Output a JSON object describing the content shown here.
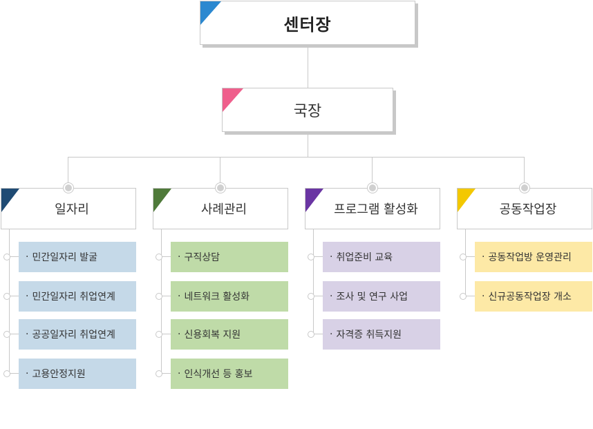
{
  "chief": {
    "title": "센터장",
    "accent": "#2b88d0"
  },
  "director": {
    "title": "국장",
    "accent": "#ef5f8c"
  },
  "bullet": "·",
  "departments": [
    {
      "title": "일자리",
      "accent": "#1f4b74",
      "item_bg": "#c5d9e8",
      "items": [
        "민간일자리 발굴",
        "민간일자리 취업연계",
        "공공일자리 취업연계",
        "고용안정지원"
      ]
    },
    {
      "title": "사례관리",
      "accent": "#4f7a3a",
      "item_bg": "#bfdba8",
      "items": [
        "구직상담",
        "네트워크 활성화",
        "신용회복 지원",
        "인식개선 등 홍보"
      ]
    },
    {
      "title": "프로그램 활성화",
      "accent": "#6a35a3",
      "item_bg": "#d8d1e6",
      "items": [
        "취업준비 교육",
        "조사 및 연구 사업",
        "자격증 취득지원"
      ]
    },
    {
      "title": "공동작업장",
      "accent": "#f3c800",
      "item_bg": "#fde9a6",
      "items": [
        "공동작업방 운영관리",
        "신규공동작업장 개소"
      ]
    }
  ]
}
